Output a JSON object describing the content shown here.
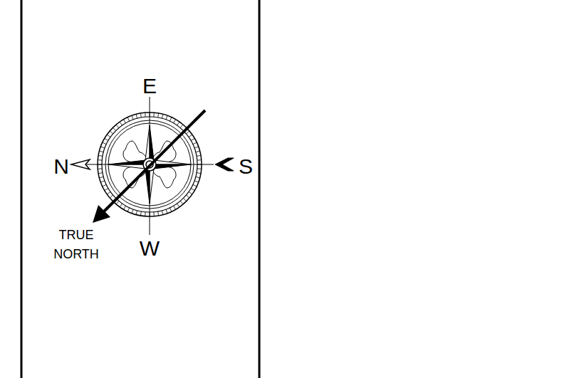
{
  "diagram": {
    "labels": [
      "E",
      "N",
      "S",
      "W",
      "TRUE NORTH"
    ]
  }
}
